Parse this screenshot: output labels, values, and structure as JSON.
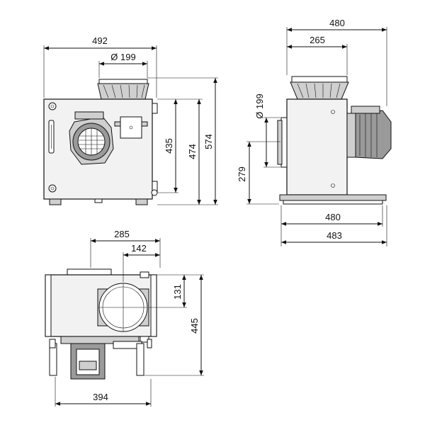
{
  "front_view": {
    "dim_width": "492",
    "dim_duct": "Ø 199",
    "dim_435": "435",
    "dim_474": "474",
    "dim_574": "574"
  },
  "side_view": {
    "dim_top_480": "480",
    "dim_265": "265",
    "dim_duct": "Ø 199",
    "dim_279": "279",
    "dim_base_480": "480",
    "dim_483": "483"
  },
  "top_view": {
    "dim_285": "285",
    "dim_142": "142",
    "dim_131": "131",
    "dim_445": "445",
    "dim_394": "394"
  }
}
